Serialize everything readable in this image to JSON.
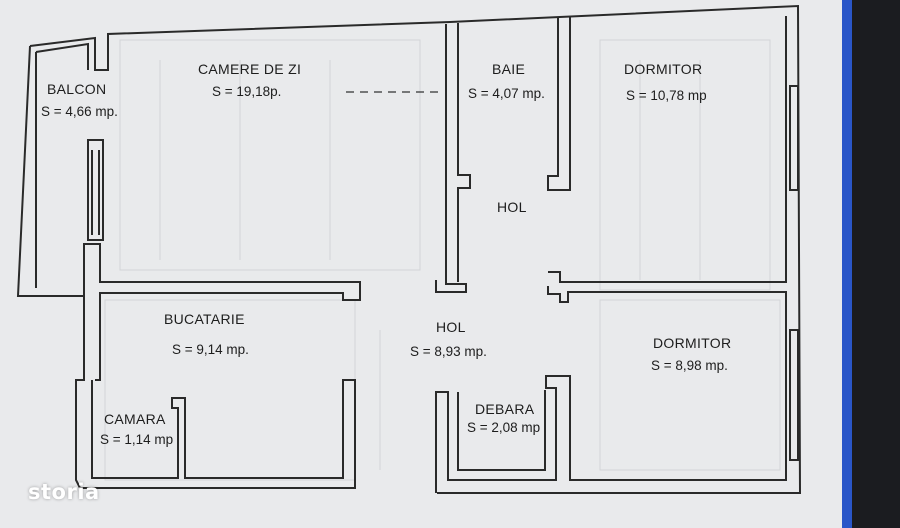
{
  "floor_plan": {
    "rooms": [
      {
        "id": "balcon",
        "name": "BALCON",
        "area": "S = 4,66 mp."
      },
      {
        "id": "camere-de-zi",
        "name": "CAMERE DE ZI",
        "area": "S = 19,18p."
      },
      {
        "id": "baie",
        "name": "BAIE",
        "area": "S = 4,07 mp."
      },
      {
        "id": "dormitor-1",
        "name": "DORMITOR",
        "area": "S = 10,78 mp"
      },
      {
        "id": "hol-upper",
        "name": "HOL",
        "area": ""
      },
      {
        "id": "bucatarie",
        "name": "BUCATARIE",
        "area": "S = 9,14 mp."
      },
      {
        "id": "hol-lower",
        "name": "HOL",
        "area": "S = 8,93 mp."
      },
      {
        "id": "dormitor-2",
        "name": "DORMITOR",
        "area": "S = 8,98 mp."
      },
      {
        "id": "camara",
        "name": "CAMARA",
        "area": "S = 1,14 mp"
      },
      {
        "id": "debara",
        "name": "DEBARA",
        "area": "S = 2,08 mp"
      }
    ]
  },
  "watermark": {
    "text": "storia"
  },
  "colors": {
    "paper": "#e9eaec",
    "wall": "#2a2a2a",
    "blue_edge": "#2a56c8",
    "background": "#1b1c20"
  }
}
